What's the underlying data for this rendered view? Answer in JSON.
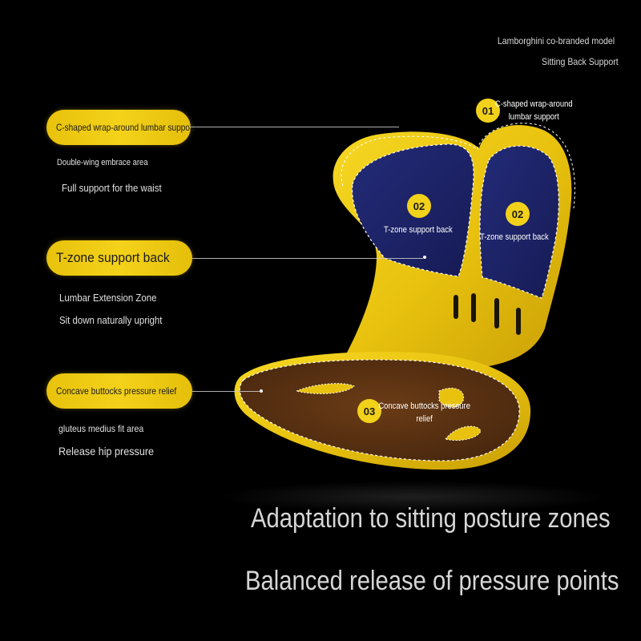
{
  "header": {
    "line1": "Lamborghini co-branded model",
    "line2": "Sitting Back Support"
  },
  "features": [
    {
      "title": "C-shaped wrap-around lumbar support",
      "subtitle_1": "Double-wing embrace area",
      "subtitle_2": "Full support for the waist"
    },
    {
      "title": "T-zone support back",
      "subtitle_1": "Lumbar Extension Zone",
      "subtitle_2": "Sit down naturally upright"
    },
    {
      "title": "Concave buttocks pressure relief",
      "subtitle_1": "gluteus medius fit area",
      "subtitle_2": "Release hip pressure"
    }
  ],
  "callouts": [
    {
      "number": "01",
      "text_line1": "C-shaped wrap-around",
      "text_line2": "lumbar support"
    },
    {
      "number": "02",
      "text_line1": "T-zone support back"
    },
    {
      "number": "02",
      "text_line1": "T-zone support back"
    },
    {
      "number": "03",
      "text_line1": "Concave buttocks pressure",
      "text_line2": "relief"
    }
  ],
  "headlines": {
    "line1": "Adaptation to sitting posture zones",
    "line2": "Balanced release of pressure points"
  },
  "colors": {
    "background": "#000000",
    "accent_yellow": "#f2d11a",
    "mesh_navy": "#1c2266",
    "seat_brown": "#5a3212"
  }
}
